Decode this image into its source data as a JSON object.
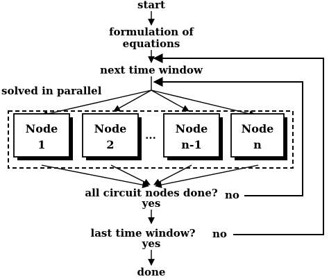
{
  "flowchart": {
    "start": "start",
    "formulation": [
      "formulation of",
      "equations"
    ],
    "next_window": "next time window",
    "parallel": "solved in parallel",
    "nodes": [
      {
        "line1": "Node",
        "line2": "1"
      },
      {
        "line1": "Node",
        "line2": "2"
      },
      {
        "line1": "Node",
        "line2": "n-1"
      },
      {
        "line1": "Node",
        "line2": "n"
      }
    ],
    "ellipsis": "...",
    "decision1": "all circuit nodes done?",
    "yes1": "yes",
    "no1": "no",
    "decision2": "last time window?",
    "yes2": "yes",
    "no2": "no",
    "done": "done"
  }
}
